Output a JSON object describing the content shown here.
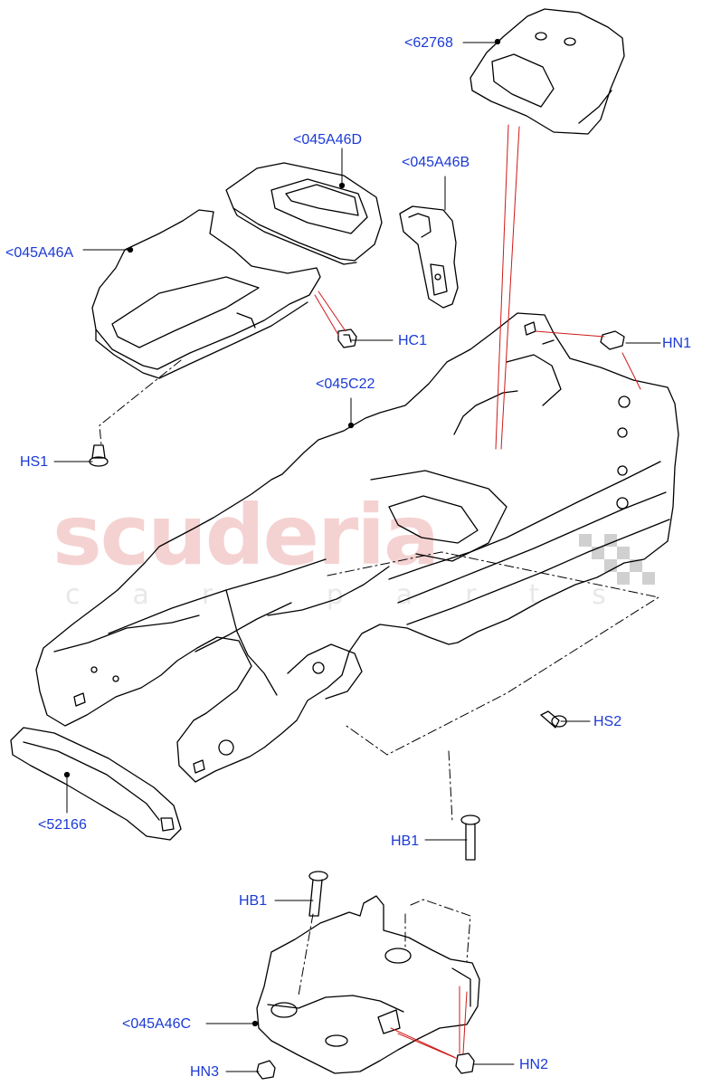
{
  "diagram": {
    "colors": {
      "label": "#1b3ad6",
      "line": "#000000",
      "leader_red": "#d01818",
      "watermark": "#f2c4c4"
    },
    "callouts": {
      "part_62768": "<62768",
      "part_045A46D": "<045A46D",
      "part_045A46B": "<045A46B",
      "part_045A46A": "<045A46A",
      "hc1": "HC1",
      "hn1_top": "HN1",
      "part_045C22": "<045C22",
      "hs1": "HS1",
      "hs2": "HS2",
      "part_52166": "<52166",
      "hb1_right": "HB1",
      "hb1_left": "HB1",
      "part_045A46C": "<045A46C",
      "hn3": "HN3",
      "hn2": "HN2"
    },
    "watermark": {
      "main": "scuderia",
      "sub": "car parts"
    }
  }
}
